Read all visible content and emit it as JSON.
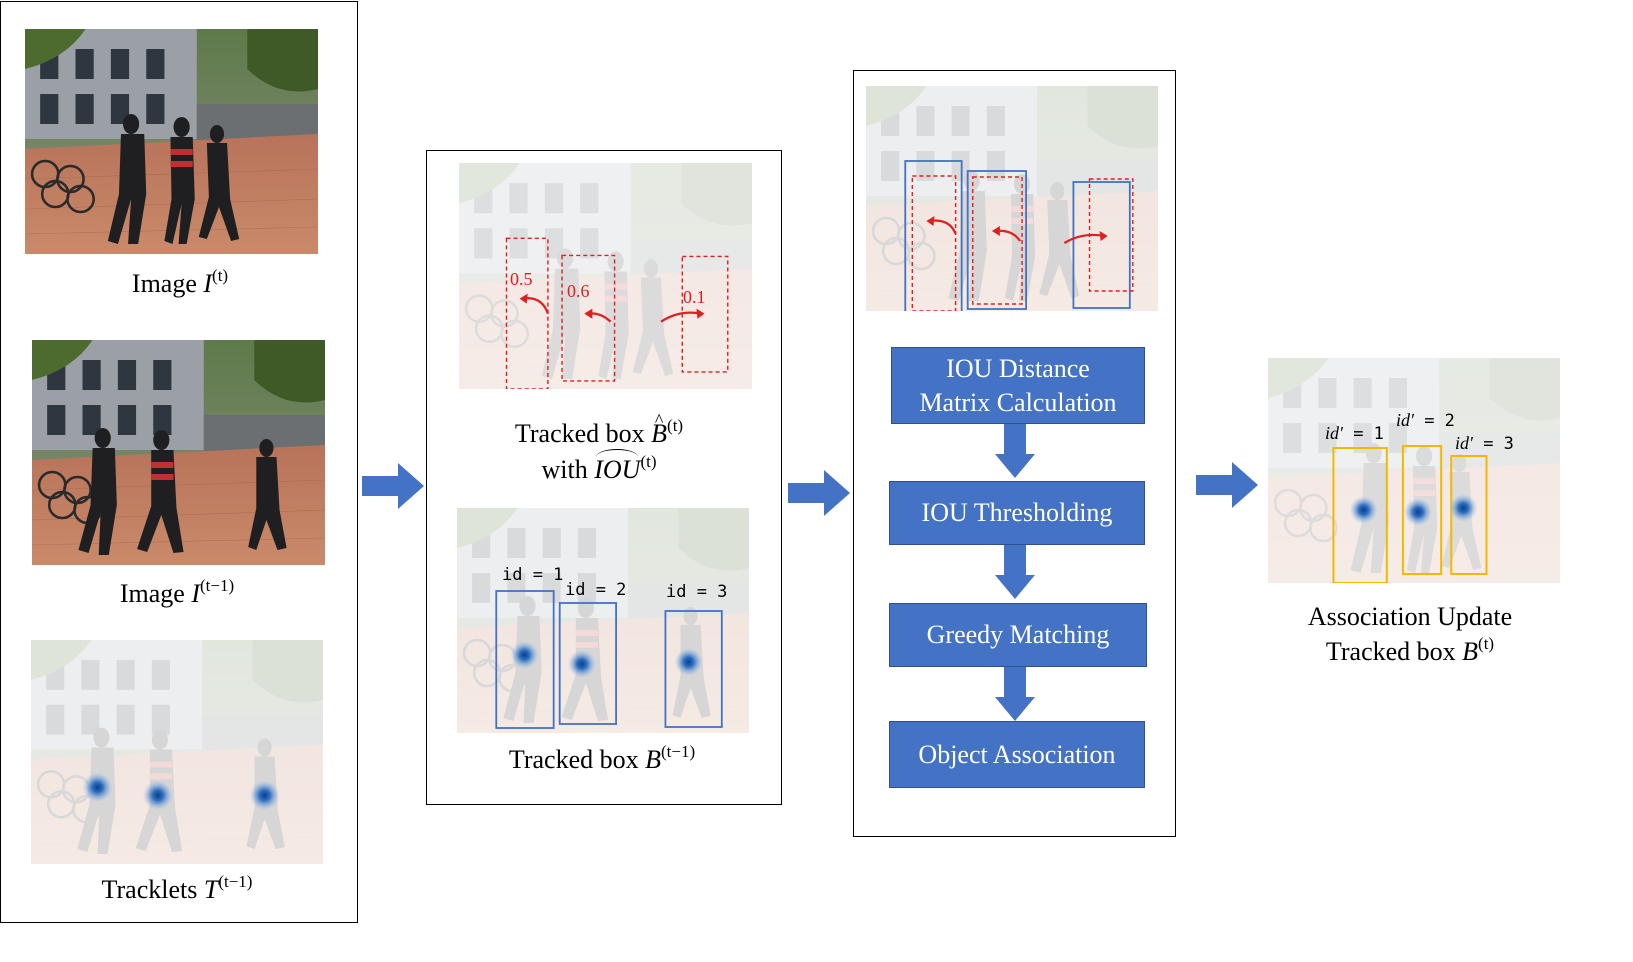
{
  "colors": {
    "flow_blue": "#4472c4",
    "tracked_red": "#e02020",
    "box_blue": "#4472c4",
    "box_orange": "#f5b800"
  },
  "input_panel": {
    "image_t": {
      "prefix": "Image ",
      "symbol": "I",
      "sup": "(t)"
    },
    "image_t1": {
      "prefix": "Image ",
      "symbol": "I",
      "sup": "(t−1)"
    },
    "tracklets": {
      "prefix": "Tracklets ",
      "symbol": "T",
      "sup": "(t−1)"
    }
  },
  "tracking_panel": {
    "tracked_hat": {
      "prefix": "Tracked box ",
      "symbol": "B",
      "sup": "(t)"
    },
    "with_iou": {
      "prefix": "with ",
      "symbol": "IOU",
      "sup": "(t)"
    },
    "iou_values": [
      "0.5",
      "0.6",
      "0.1"
    ],
    "ids": [
      "id = 1",
      "id = 2",
      "id = 3"
    ],
    "tracked_prev": {
      "prefix": "Tracked box ",
      "symbol": "B",
      "sup": "(t−1)"
    }
  },
  "process_panel": {
    "steps": [
      "IOU Distance Matrix Calculation",
      "IOU Thresholding",
      "Greedy Matching",
      "Object Association"
    ],
    "step1_lines": [
      "IOU Distance",
      "Matrix Calculation"
    ]
  },
  "output": {
    "ids": [
      {
        "name": "id′",
        "value": " = 1"
      },
      {
        "name": "id′",
        "value": " = 2"
      },
      {
        "name": "id′",
        "value": " = 3"
      }
    ],
    "caption_line1": "Association Update",
    "caption_line2": {
      "prefix": "Tracked box ",
      "symbol": "B",
      "sup": "(t)"
    }
  }
}
